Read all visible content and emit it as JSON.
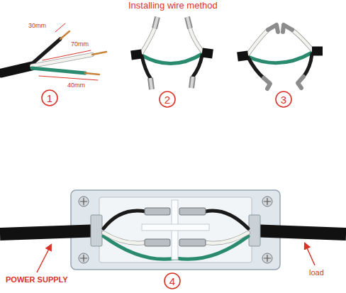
{
  "diagram": {
    "title": "Installing wire method",
    "nodes": [
      {
        "text": [
          "1"
        ]
      },
      {
        "text": [
          "2"
        ]
      },
      {
        "text": [
          "3"
        ]
      },
      {
        "text": [
          "4"
        ]
      }
    ],
    "labels": [
      "30mm",
      "70mm",
      "40mm",
      "POWER SUPPLY",
      "load"
    ]
  }
}
